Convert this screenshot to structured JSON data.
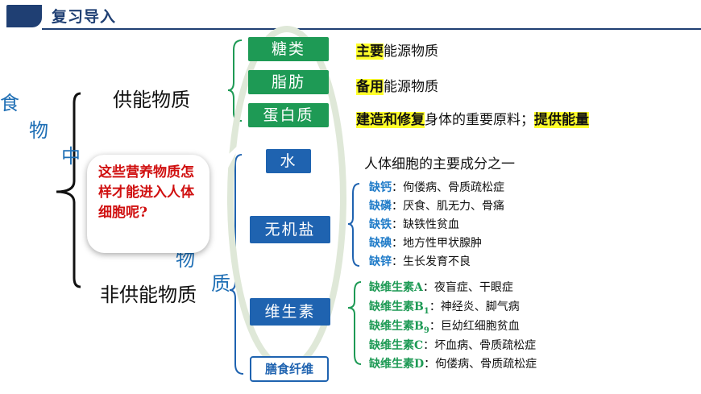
{
  "header": {
    "title": "复习导入"
  },
  "side_title": [
    "食",
    "物",
    "中",
    "物",
    "质"
  ],
  "categories": {
    "energy": "供能物质",
    "non_energy": "非供能物质"
  },
  "energy_items": [
    {
      "label": "糖类",
      "desc_hl": "主要",
      "desc_rest": "能源物质"
    },
    {
      "label": "脂肪",
      "desc_hl": "备用",
      "desc_rest": "能源物质"
    },
    {
      "label": "蛋白质",
      "desc_hl": "建造和修复",
      "desc_rest": "身体的重要原料；",
      "desc_hl2": "提供能量"
    }
  ],
  "water": {
    "label": "水",
    "desc": "人体细胞的主要成分之一"
  },
  "minerals": {
    "label": "无机盐",
    "items": [
      {
        "name": "缺钙",
        "effect": "：佝偻病、骨质疏松症"
      },
      {
        "name": "缺磷",
        "effect": "：厌食、肌无力、骨痛"
      },
      {
        "name": "缺铁",
        "effect": "：缺铁性贫血"
      },
      {
        "name": "缺碘",
        "effect": "：地方性甲状腺肿"
      },
      {
        "name": "缺锌",
        "effect": "：生长发育不良"
      }
    ]
  },
  "vitamins": {
    "label": "维生素",
    "items": [
      {
        "name": "缺维生素A",
        "sub": "",
        "effect": "：夜盲症、干眼症"
      },
      {
        "name": "缺维生素B",
        "sub": "1",
        "effect": "：神经炎、脚气病"
      },
      {
        "name": "缺维生素B",
        "sub": "9",
        "effect": "：巨幼红细胞贫血"
      },
      {
        "name": "缺维生素C",
        "sub": "",
        "effect": "：坏血病、骨质疏松症"
      },
      {
        "name": "缺维生素D",
        "sub": "",
        "effect": "：佝偻病、骨质疏松症"
      }
    ]
  },
  "fiber": {
    "label": "膳食纤维"
  },
  "bubble": {
    "question": "这些营养物质怎样才能进入人体细胞呢?"
  },
  "colors": {
    "navy": "#1f3f73",
    "green": "#1e9a55",
    "blue": "#1f63b0",
    "highlight": "#ffff2a",
    "red": "#d01010"
  }
}
